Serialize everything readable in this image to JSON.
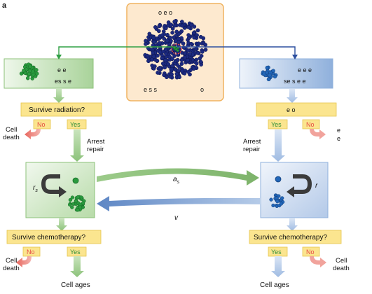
{
  "panel_label": "a",
  "top_box": {
    "text_top": "o e o",
    "text_bottom_left": "e s s",
    "text_bottom_right": "o"
  },
  "left_panel": {
    "line1": "e e",
    "line2": "es s e"
  },
  "right_panel": {
    "line1": "e e e",
    "line2": "se s e e"
  },
  "question_radiation": "Survive radiation?",
  "question_right_top": "e o",
  "question_chemo_left": "Survive chemotherapy?",
  "question_chemo_right": "Survive chemotherapy?",
  "answers": {
    "no": "No",
    "yes": "Yes"
  },
  "cell_death": "Cell\ndeath",
  "right_top_outcome": "e\ne",
  "arrest_repair": "Arrest\nrepair",
  "cell_ages": "Cell ages",
  "rates": {
    "rs_base": "r",
    "rs_sub": "s",
    "as_base": "a",
    "as_sub": "s",
    "r": "r",
    "v": "v"
  },
  "colors": {
    "green": "#7cb66b",
    "green_light": "#d7eccf",
    "blue": "#4a72b3",
    "blue_light": "#d8e4f3",
    "yellow": "#fbe58f",
    "orange_bg": "#fde9cf",
    "orange_border": "#f0b360",
    "red": "#e64b44",
    "dark_blue_cell": "#1c2a80",
    "green_cell": "#2a9a3e",
    "blue_cell": "#2266b8"
  }
}
